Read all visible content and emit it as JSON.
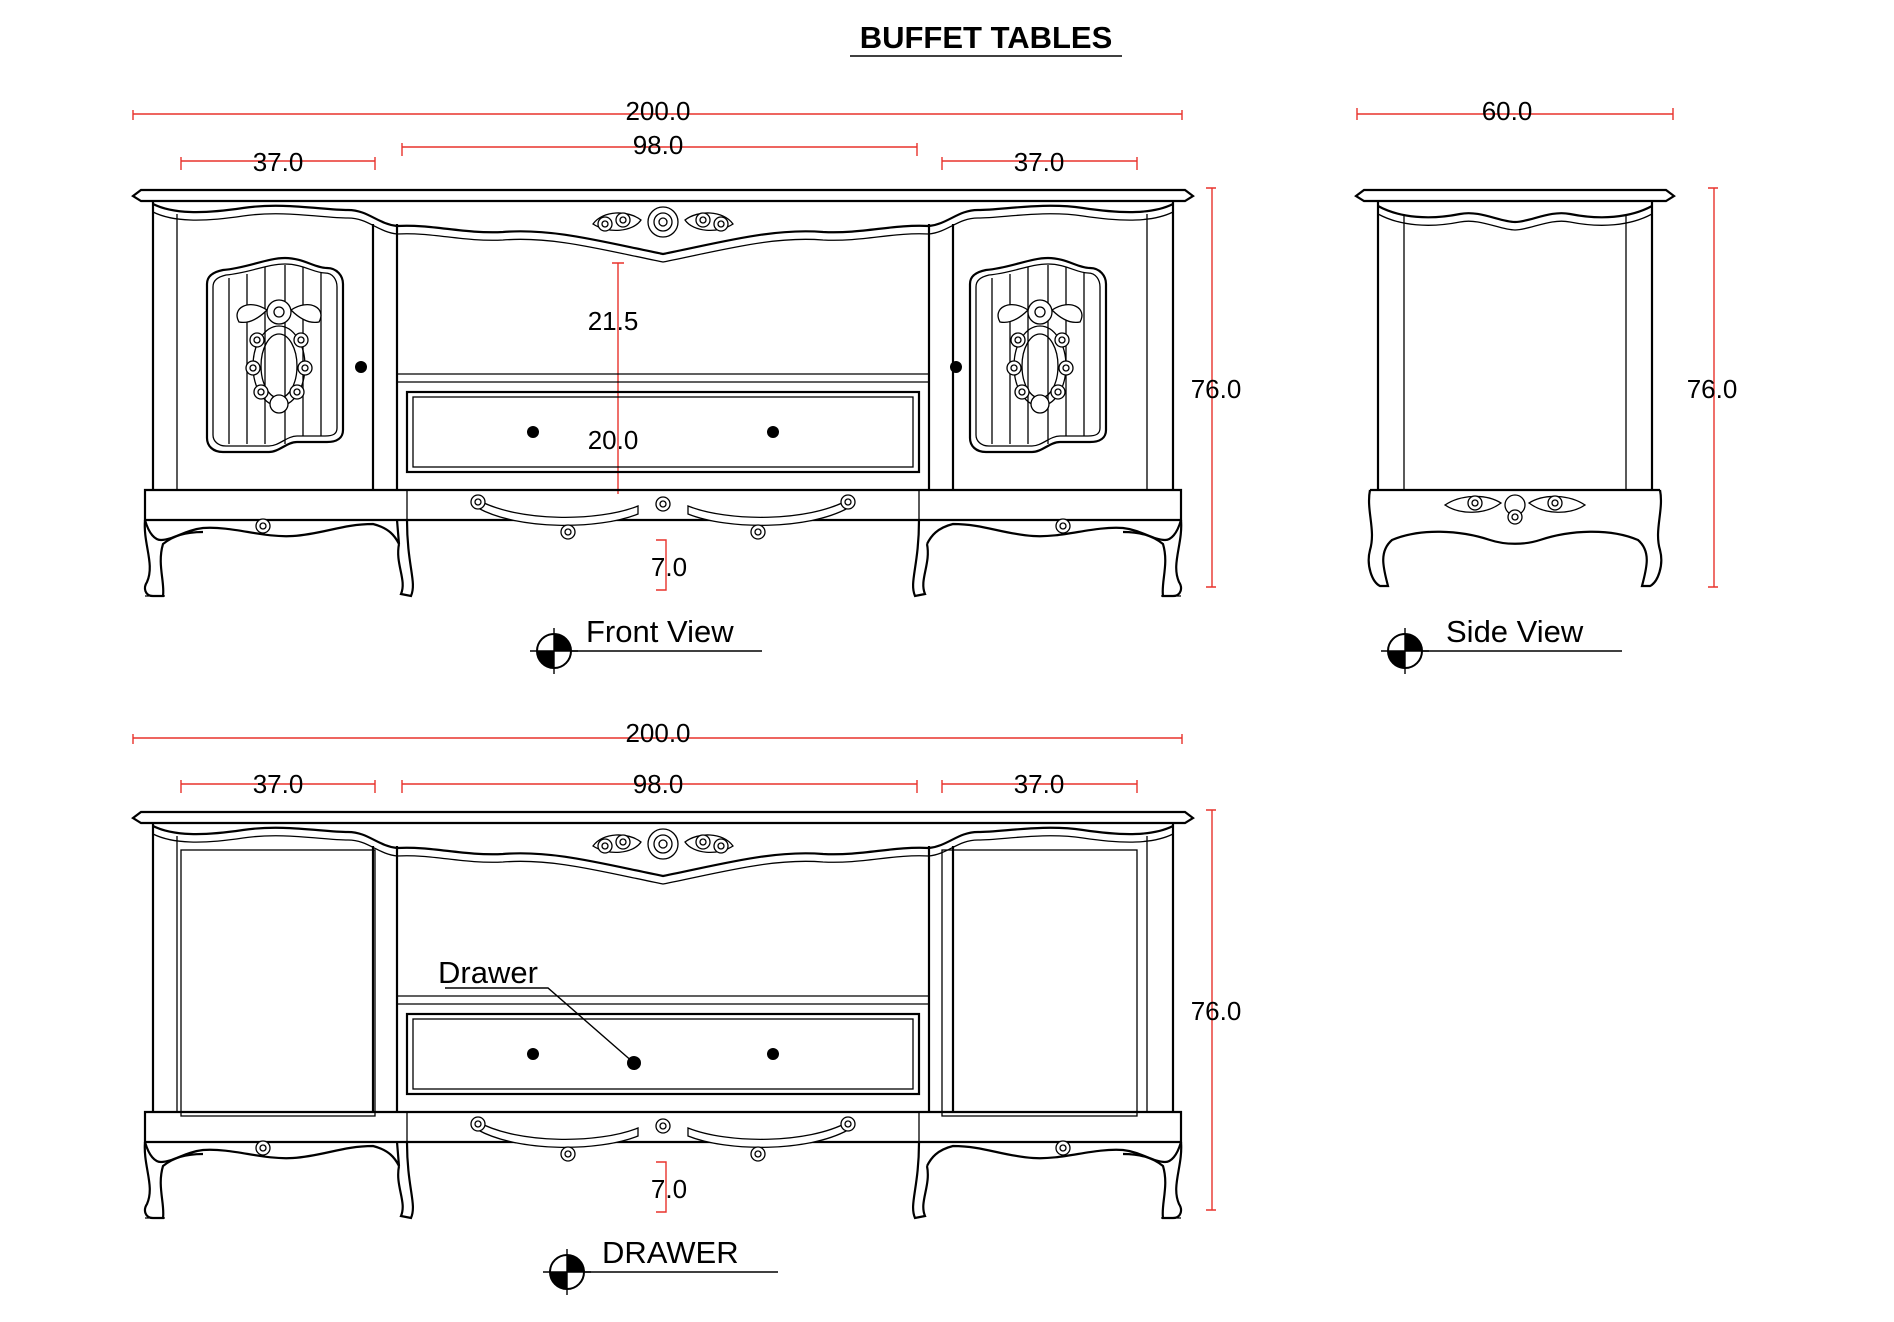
{
  "title": "BUFFET TABLES",
  "front_view": {
    "label": "Front View",
    "dims": {
      "overall_width": "200.0",
      "left_section": "37.0",
      "center_section": "98.0",
      "right_section": "37.0",
      "height": "76.0",
      "open_shelf": "21.5",
      "drawer_height": "20.0",
      "leg_clearance": "7.0"
    }
  },
  "side_view": {
    "label": "Side View",
    "dims": {
      "depth": "60.0",
      "height": "76.0"
    }
  },
  "drawer_view": {
    "label": "DRAWER",
    "callout": "Drawer",
    "dims": {
      "overall_width": "200.0",
      "left_section": "37.0",
      "center_section": "98.0",
      "right_section": "37.0",
      "height": "76.0",
      "leg_clearance": "7.0"
    }
  },
  "colors": {
    "dimension_line": "#e8322c",
    "drawing_line": "#000000",
    "background": "#ffffff"
  }
}
